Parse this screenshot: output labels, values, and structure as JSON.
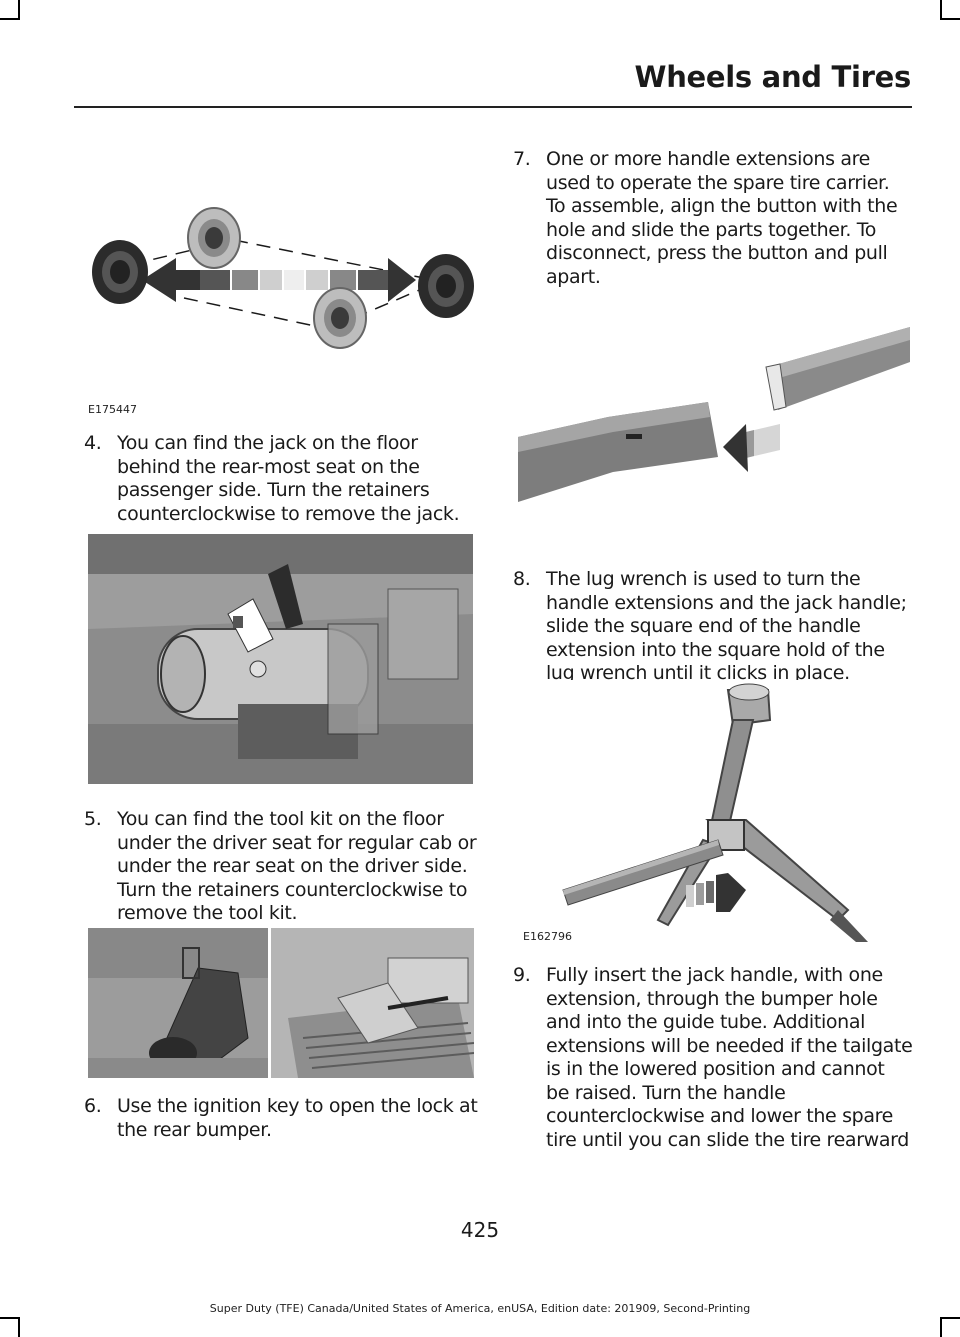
{
  "header": {
    "title": "Wheels and Tires"
  },
  "steps": [
    {
      "num": "4.",
      "text": "You can find the jack on the floor behind the rear-most seat on the passenger side. Turn the retainers counterclockwise to remove the jack."
    },
    {
      "num": "5.",
      "text": "You can find the tool kit on the floor under the driver seat for regular cab or under the rear seat on the driver side. Turn the retainers counterclockwise to remove the tool kit."
    },
    {
      "num": "6.",
      "text": "Use the ignition key to open the lock at the rear bumper."
    },
    {
      "num": "7.",
      "text": "One or more handle extensions are used to operate the spare tire carrier. To assemble, align the button with the hole and slide the parts together. To disconnect, press the button and pull apart."
    },
    {
      "num": "8.",
      "text": "The lug wrench is used to turn the handle extensions and the jack handle; slide the square end of the handle extension into the square hold of the lug wrench until it clicks in place."
    },
    {
      "num": "9.",
      "text": "Fully insert the jack handle, with one extension, through the bumper hole and into the guide tube. Additional extensions will be needed if the tailgate is in the lowered position and cannot be raised. Turn the handle counterclockwise and lower the spare tire until you can slide the tire rearward"
    }
  ],
  "figures": {
    "tire_rotation_code": "E175447",
    "lug_wrench_code": "E162796"
  },
  "page_number": "425",
  "footer": "Super Duty (TFE) Canada/United States of America, enUSA, Edition date: 201909, Second-Printing"
}
